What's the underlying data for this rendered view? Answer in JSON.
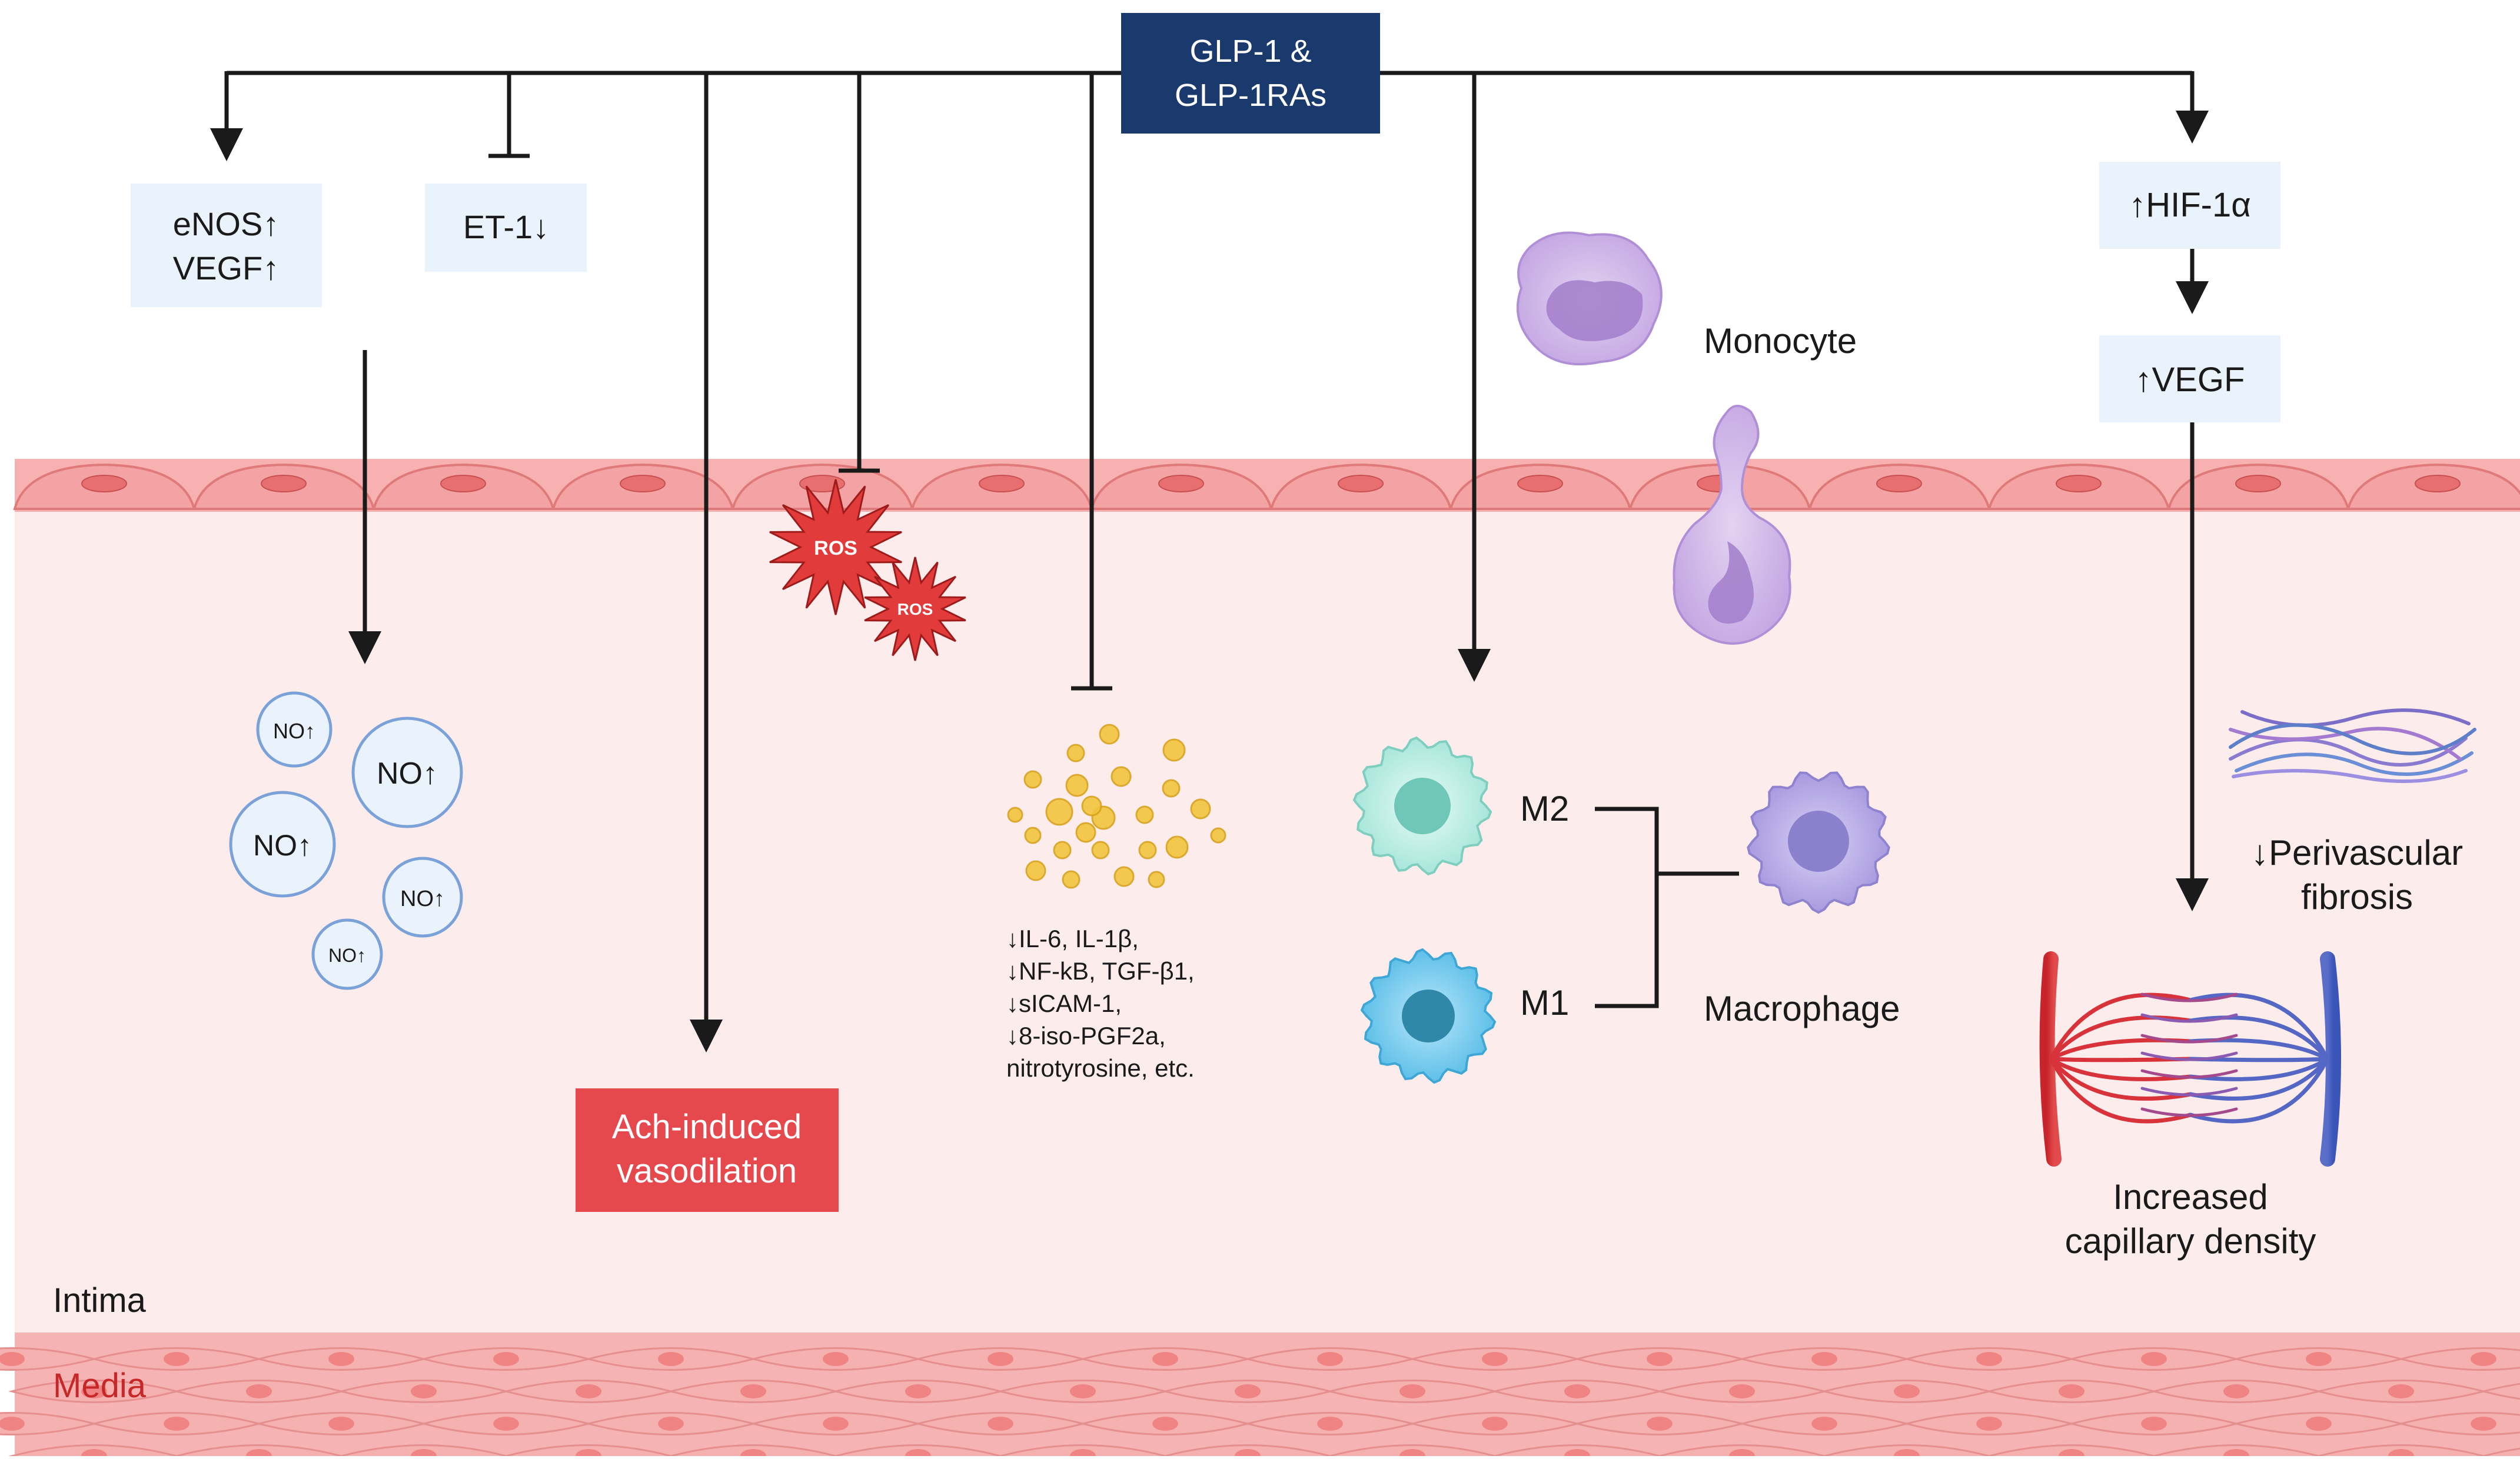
{
  "source": {
    "line1": "GLP-1 &",
    "line2": "GLP-1RAs"
  },
  "colors": {
    "navy": "#1a3a6e",
    "pale_box": "#eaf2fb",
    "red_box": "#e5484d",
    "arrow": "#1a1a1a",
    "intima_bg": "#fdecec",
    "endothelium": "#f5a6a6",
    "media": "#f7b8b8",
    "ros": "#e23b3b",
    "media_label": "#c62828"
  },
  "boxes": {
    "enos_vegf": {
      "line1": "eNOS↑",
      "line2": "VEGF↑"
    },
    "et1": "ET-1↓",
    "hif": "↑HIF-1α",
    "vegf": "↑VEGF",
    "ach": {
      "line1": "Ach-induced",
      "line2": "vasodilation"
    }
  },
  "no_bubbles": [
    "NO↑",
    "NO↑",
    "NO↑",
    "NO↑",
    "NO↑"
  ],
  "ros": [
    "ROS",
    "ROS"
  ],
  "cytokines": {
    "lines": [
      "↓IL-6, IL-1β,",
      "↓NF-kB, TGF-β1,",
      "↓sICAM-1,",
      "↓8-iso-PGF2a,",
      "nitrotyrosine, etc."
    ]
  },
  "cells": {
    "monocyte": "Monocyte",
    "m2": "M2",
    "m1": "M1",
    "macrophage": "Macrophage"
  },
  "fibrosis": {
    "line1": "↓Perivascular",
    "line2": "fibrosis"
  },
  "capillary": {
    "line1": "Increased",
    "line2": "capillary density"
  },
  "layers": {
    "intima": "Intima",
    "media": "Media"
  }
}
